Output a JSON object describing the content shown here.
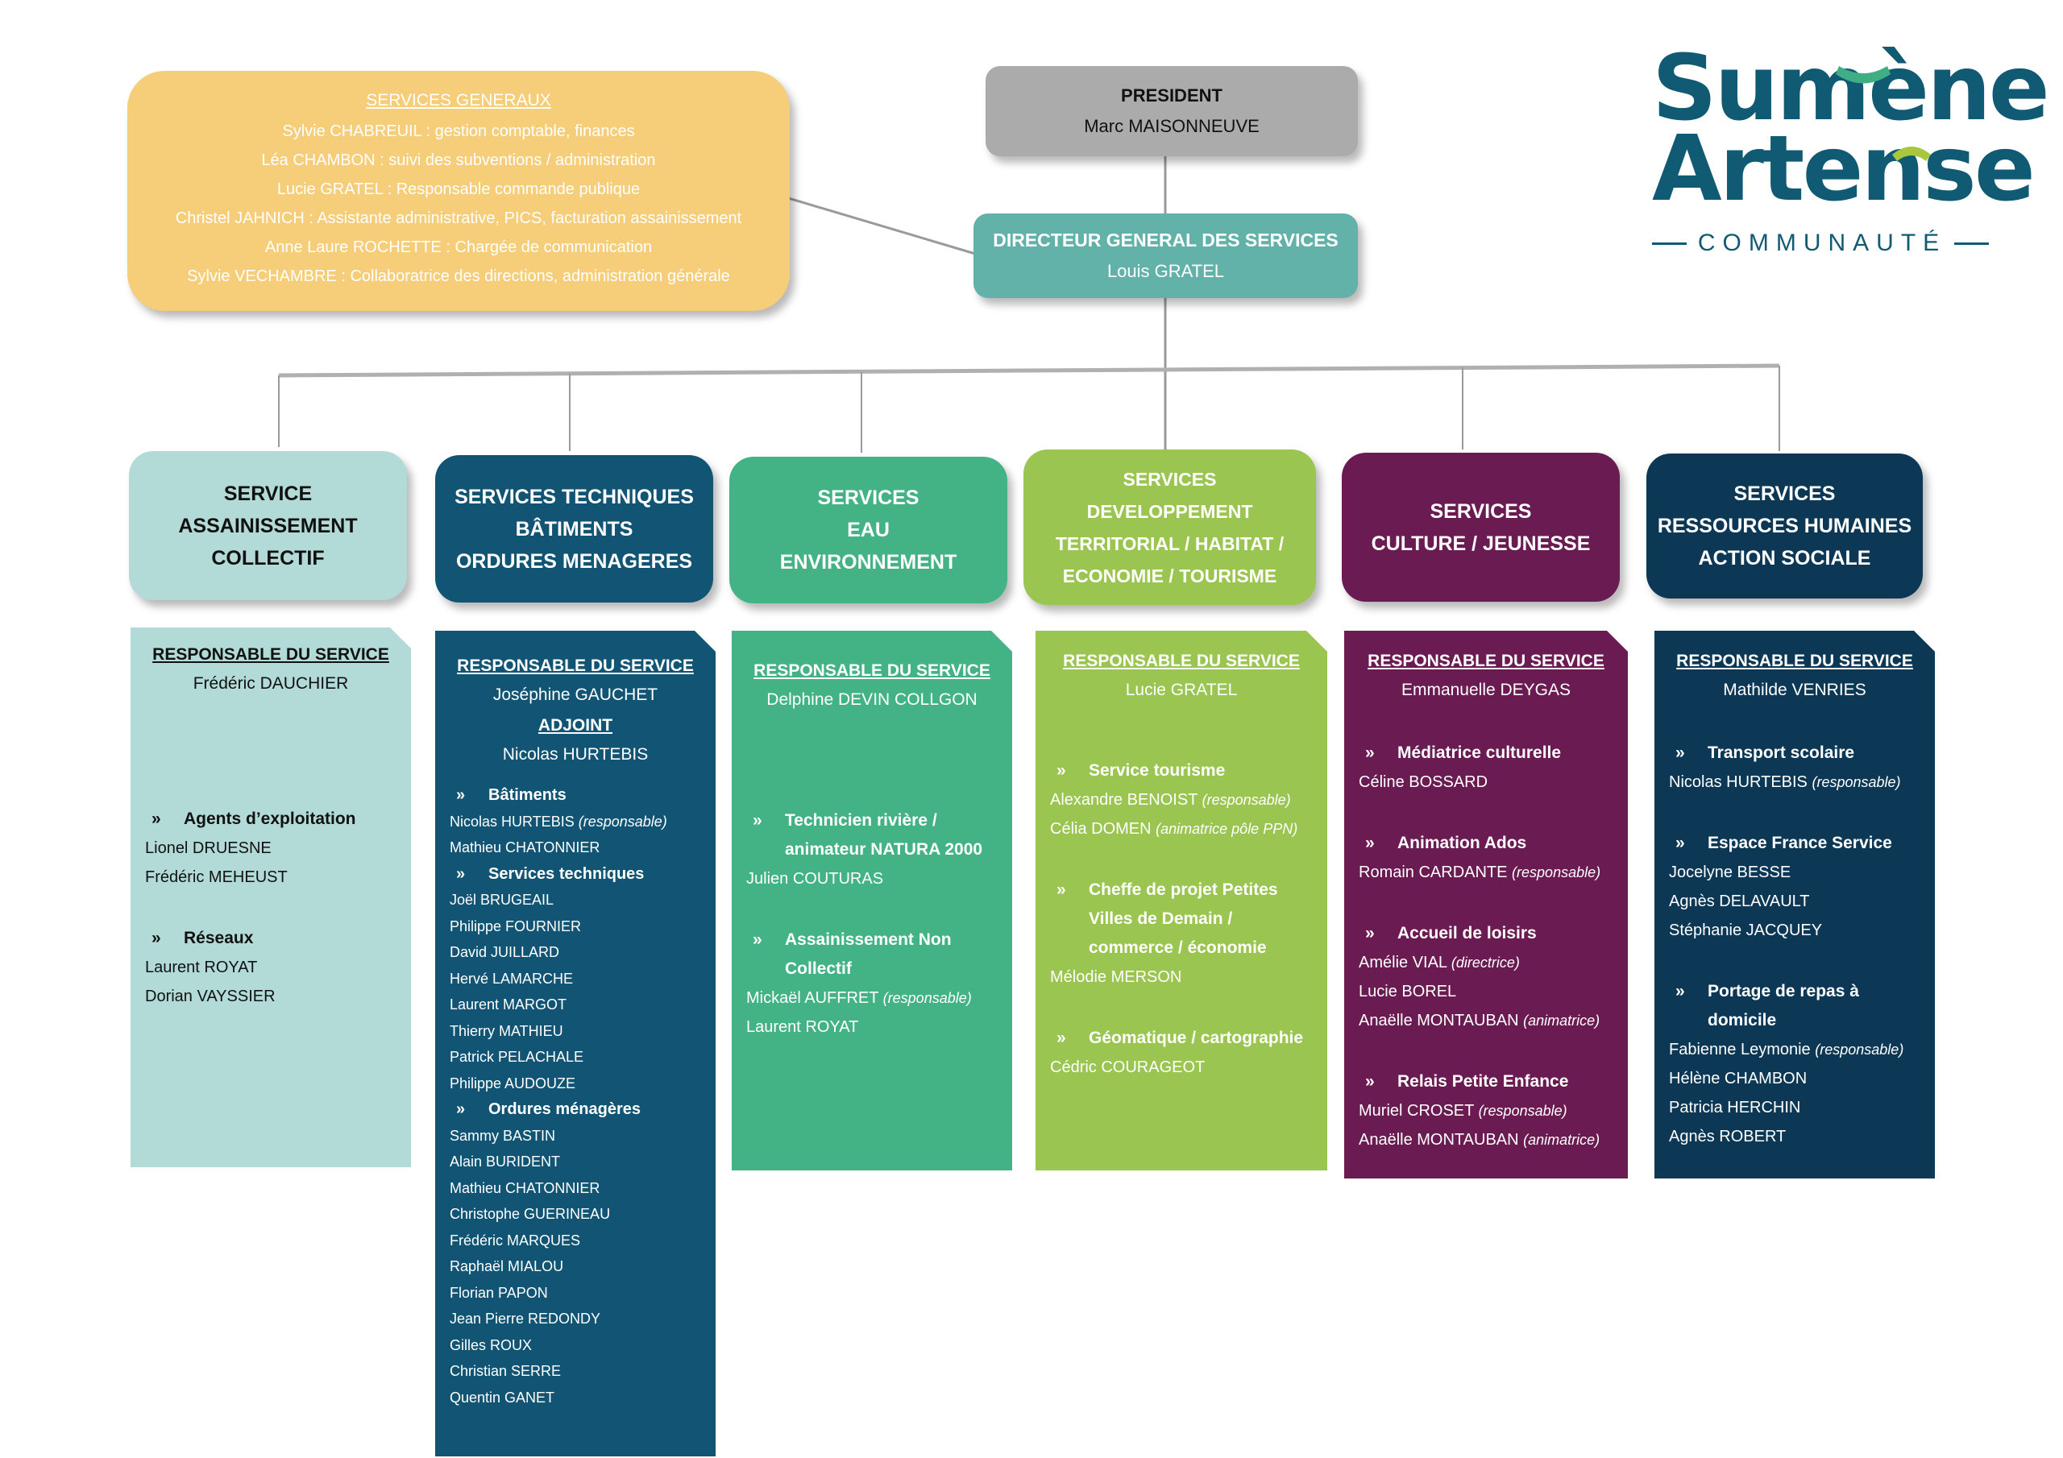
{
  "logo": {
    "line1": "Sumène",
    "line2": "Artense",
    "tagline": "COMMUNAUTÉ",
    "colors": {
      "text": "#115a73",
      "accent1": "#3fae85",
      "accent2": "#a8c73f"
    }
  },
  "services_generaux": {
    "title": "SERVICES GENERAUX",
    "members": [
      "Sylvie CHABREUIL : gestion comptable, finances",
      "Léa CHAMBON : suivi des subventions / administration",
      "Lucie GRATEL : Responsable commande publique",
      "Christel JAHNICH : Assistante administrative, PICS, facturation assainissement",
      "Anne Laure ROCHETTE : Chargée de communication",
      "Sylvie VECHAMBRE : Collaboratrice des directions, administration générale"
    ],
    "color": "#f6cd78"
  },
  "president": {
    "title": "PRESIDENT",
    "name": "Marc MAISONNEUVE",
    "color": "#ababab"
  },
  "dg": {
    "title": "DIRECTEUR GENERAL DES SERVICES",
    "name": "Louis GRATEL",
    "color": "#62b2a9"
  },
  "services": [
    {
      "title_lines": [
        "SERVICE",
        "ASSAINISSEMENT",
        "COLLECTIF"
      ],
      "color": "#b2dbd8",
      "text_color": "#111111",
      "resp_label": "RESPONSABLE DU SERVICE",
      "resp_name": "Frédéric DAUCHIER",
      "groups": [
        {
          "title": "Agents d’exploitation",
          "members": [
            {
              "name": "Lionel DRUESNE"
            },
            {
              "name": "Frédéric MEHEUST"
            }
          ]
        },
        {
          "title": "Réseaux",
          "members": [
            {
              "name": "Laurent ROYAT"
            },
            {
              "name": "Dorian VAYSSIER"
            }
          ]
        }
      ]
    },
    {
      "title_lines": [
        "SERVICES TECHNIQUES",
        "BÂTIMENTS",
        "ORDURES MENAGERES"
      ],
      "color": "#115473",
      "text_color": "#ffffff",
      "resp_label": "RESPONSABLE DU SERVICE",
      "resp_name": "Joséphine GAUCHET",
      "adjoint_label": "ADJOINT",
      "adjoint_name": "Nicolas HURTEBIS",
      "groups": [
        {
          "title": "Bâtiments",
          "members": [
            {
              "name": "Nicolas HURTEBIS",
              "role": "(responsable)"
            },
            {
              "name": "Mathieu CHATONNIER"
            }
          ]
        },
        {
          "title": "Services techniques",
          "members": [
            {
              "name": "Joël BRUGEAIL"
            },
            {
              "name": "Philippe FOURNIER"
            },
            {
              "name": "David JUILLARD"
            },
            {
              "name": "Hervé LAMARCHE"
            },
            {
              "name": "Laurent MARGOT"
            },
            {
              "name": "Thierry MATHIEU"
            },
            {
              "name": "Patrick PELACHALE"
            },
            {
              "name": "Philippe AUDOUZE"
            }
          ]
        },
        {
          "title": "Ordures ménagères",
          "members": [
            {
              "name": "Sammy BASTIN"
            },
            {
              "name": "Alain BURIDENT"
            },
            {
              "name": "Mathieu CHATONNIER"
            },
            {
              "name": "Christophe GUERINEAU"
            },
            {
              "name": "Frédéric MARQUES"
            },
            {
              "name": "Raphaël MIALOU"
            },
            {
              "name": "Florian PAPON"
            },
            {
              "name": "Jean Pierre REDONDY"
            },
            {
              "name": "Gilles ROUX"
            },
            {
              "name": "Christian SERRE"
            },
            {
              "name": "Quentin GANET"
            }
          ]
        }
      ]
    },
    {
      "title_lines": [
        "SERVICES",
        "EAU",
        "ENVIRONNEMENT"
      ],
      "color": "#43b385",
      "text_color": "#ffffff",
      "resp_label": "RESPONSABLE DU SERVICE",
      "resp_name": "Delphine DEVIN COLLGON",
      "groups": [
        {
          "title": "Technicien rivière / animateur NATURA 2000",
          "members": [
            {
              "name": "Julien COUTURAS"
            }
          ]
        },
        {
          "title": "Assainissement Non Collectif",
          "members": [
            {
              "name": "Mickaël AUFFRET",
              "role": "(responsable)"
            },
            {
              "name": "Laurent ROYAT"
            }
          ]
        }
      ]
    },
    {
      "title_lines": [
        "SERVICES",
        "DEVELOPPEMENT",
        "TERRITORIAL / HABITAT /",
        "ECONOMIE / TOURISME"
      ],
      "color": "#9bc551",
      "text_color": "#ffffff",
      "resp_label": "RESPONSABLE DU SERVICE",
      "resp_name": "Lucie GRATEL",
      "groups": [
        {
          "title": "Service tourisme",
          "members": [
            {
              "name": "Alexandre BENOIST",
              "role": "(responsable)"
            },
            {
              "name": "Célia DOMEN",
              "role": "(animatrice pôle PPN)"
            }
          ]
        },
        {
          "title": "Cheffe de projet Petites Villes de Demain / commerce / économie",
          "members": [
            {
              "name": "Mélodie MERSON"
            }
          ]
        },
        {
          "title": "Géomatique / cartographie",
          "members": [
            {
              "name": "Cédric COURAGEOT"
            }
          ]
        }
      ]
    },
    {
      "title_lines": [
        "SERVICES",
        "CULTURE / JEUNESSE"
      ],
      "color": "#6a1b52",
      "text_color": "#ffffff",
      "resp_label": "RESPONSABLE DU SERVICE",
      "resp_name": "Emmanuelle DEYGAS",
      "groups": [
        {
          "title": "Médiatrice culturelle",
          "members": [
            {
              "name": "Céline BOSSARD"
            }
          ]
        },
        {
          "title": "Animation Ados",
          "members": [
            {
              "name": "Romain CARDANTE",
              "role": "(responsable)"
            }
          ]
        },
        {
          "title": "Accueil de loisirs",
          "members": [
            {
              "name": "Amélie VIAL",
              "role": "(directrice)"
            },
            {
              "name": "Lucie BOREL"
            },
            {
              "name": "Anaëlle MONTAUBAN",
              "role": "(animatrice)"
            }
          ]
        },
        {
          "title": "Relais Petite Enfance",
          "members": [
            {
              "name": "Muriel CROSET",
              "role": "(responsable)"
            },
            {
              "name": "Anaëlle MONTAUBAN",
              "role": "(animatrice)"
            }
          ]
        }
      ]
    },
    {
      "title_lines": [
        "SERVICES",
        "RESSOURCES HUMAINES",
        "ACTION SOCIALE"
      ],
      "color": "#0d3855",
      "text_color": "#ffffff",
      "resp_label": "RESPONSABLE DU SERVICE",
      "resp_name": "Mathilde VENRIES",
      "groups": [
        {
          "title": "Transport scolaire",
          "members": [
            {
              "name": "Nicolas HURTEBIS",
              "role": "(responsable)"
            }
          ]
        },
        {
          "title": "Espace France Service",
          "members": [
            {
              "name": "Jocelyne BESSE"
            },
            {
              "name": "Agnès DELAVAULT"
            },
            {
              "name": "Stéphanie JACQUEY"
            }
          ]
        },
        {
          "title": "Portage de repas à domicile",
          "members": [
            {
              "name": "Fabienne Leymonie",
              "role": "(responsable)"
            },
            {
              "name": "Hélène CHAMBON"
            },
            {
              "name": "Patricia HERCHIN"
            },
            {
              "name": "Agnès ROBERT"
            }
          ]
        }
      ]
    }
  ],
  "bullet_glyph": "»"
}
